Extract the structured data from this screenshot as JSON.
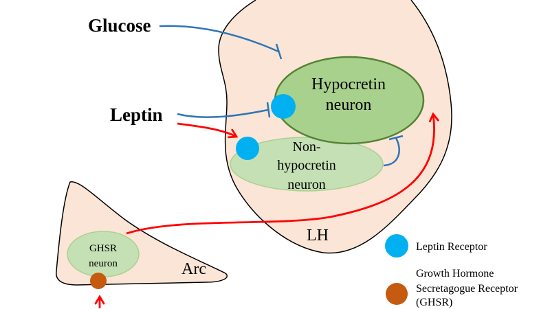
{
  "inputs": {
    "glucose": "Glucose",
    "leptin": "Leptin"
  },
  "regions": {
    "lh": "LH",
    "arc": "Arc"
  },
  "neurons": {
    "hypocretin": [
      "Hypocretin",
      "neuron"
    ],
    "non_hypocretin": [
      "Non-",
      "hypocretin",
      "neuron"
    ],
    "ghsr": [
      "GHSR",
      "neuron"
    ]
  },
  "legend": {
    "leptin_receptor": "Leptin Receptor",
    "ghsr_receptor": [
      "Growth Hormone",
      "Secretagogue Receptor",
      "(GHSR)"
    ]
  },
  "colors": {
    "region_fill": "#fbe5d6",
    "region_outline": "#000000",
    "hypocretin_fill": "#a9d18e",
    "hypocretin_outline": "#548235",
    "secondary_neuron_fill": "#c5e0b4",
    "secondary_neuron_outline": "#a9d18e",
    "leptin_receptor": "#00b0f0",
    "ghsr_receptor": "#c55a11",
    "inhibition": "#2e75b6",
    "excitation": "#ff0000"
  }
}
